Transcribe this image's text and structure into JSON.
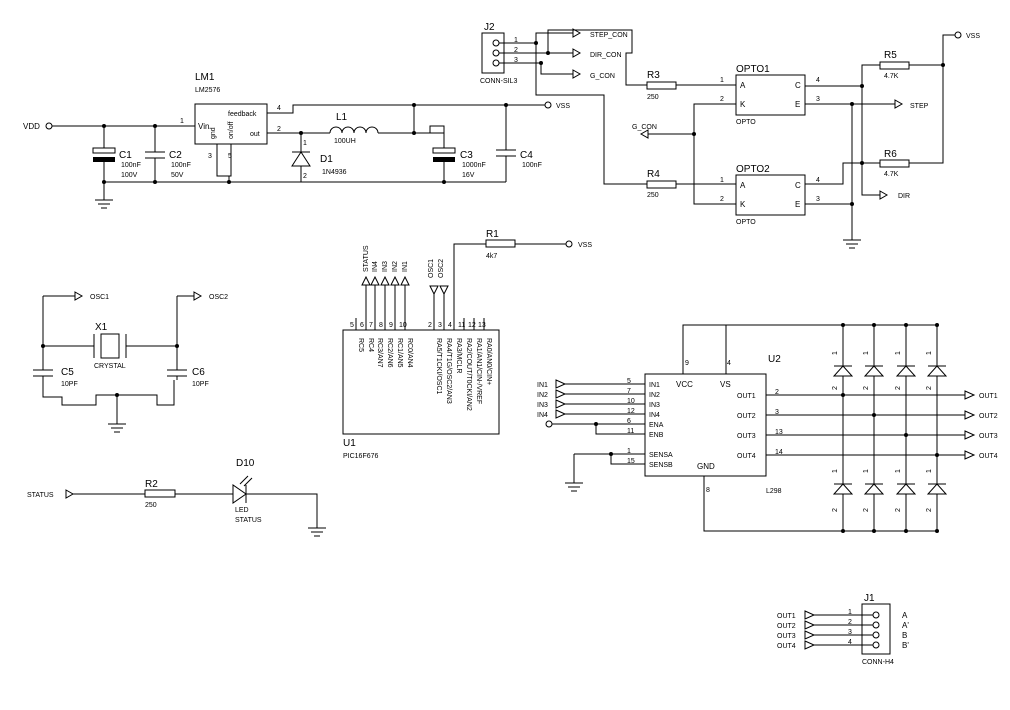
{
  "power": {
    "vdd": "VDD",
    "vss_1": "VSS",
    "vss_2": "VSS",
    "vss_3": "VSS"
  },
  "regulator": {
    "ref": "LM1",
    "value": "LM2576",
    "pins": {
      "vin": "Vin",
      "gnd": "gnd",
      "onoff": "on/off",
      "feedback": "feedback",
      "out": "out",
      "n1": "1",
      "n2": "2",
      "n3": "3",
      "n4": "4",
      "n5": "5"
    }
  },
  "capacitors": {
    "c1": {
      "ref": "C1",
      "value": "100nF",
      "voltage": "100V"
    },
    "c2": {
      "ref": "C2",
      "value": "100nF",
      "voltage": "50V"
    },
    "c3": {
      "ref": "C3",
      "value": "1000nF",
      "voltage": "16V"
    },
    "c4": {
      "ref": "C4",
      "value": "100nF"
    },
    "c5": {
      "ref": "C5",
      "value": "10PF"
    },
    "c6": {
      "ref": "C6",
      "value": "10PF"
    }
  },
  "inductor": {
    "ref": "L1",
    "value": "100UH"
  },
  "diode": {
    "ref": "D1",
    "value": "1N4936",
    "pin1": "1",
    "pin2": "2"
  },
  "crystal": {
    "ref": "X1",
    "value": "CRYSTAL"
  },
  "resistors": {
    "r1": {
      "ref": "R1",
      "value": "4k7"
    },
    "r2": {
      "ref": "R2",
      "value": "250"
    },
    "r3": {
      "ref": "R3",
      "value": "250"
    },
    "r4": {
      "ref": "R4",
      "value": "250"
    },
    "r5": {
      "ref": "R5",
      "value": "4.7K"
    },
    "r6": {
      "ref": "R6",
      "value": "4.7K"
    }
  },
  "led": {
    "ref": "D10",
    "line1": "LED",
    "line2": "STATUS"
  },
  "j2": {
    "ref": "J2",
    "value": "CONN-SIL3",
    "pins": [
      "1",
      "2",
      "3"
    ],
    "nets": [
      "STEP_CON",
      "DIR_CON",
      "G_CON"
    ]
  },
  "opto1": {
    "ref": "OPTO1",
    "value": "OPTO",
    "a": "A",
    "k": "K",
    "c": "C",
    "e": "E",
    "p1": "1",
    "p2": "2",
    "p3": "3",
    "p4": "4"
  },
  "opto2": {
    "ref": "OPTO2",
    "value": "OPTO",
    "a": "A",
    "k": "K",
    "c": "C",
    "e": "E",
    "p1": "1",
    "p2": "2",
    "p3": "3",
    "p4": "4"
  },
  "nets": {
    "g_con": "G_CON",
    "step": "STEP",
    "dir": "DIR",
    "osc1": "OSC1",
    "osc2": "OSC2",
    "status": "STATUS"
  },
  "mcu": {
    "ref": "U1",
    "value": "PIC16F676",
    "top_nets": [
      "STATUS",
      "IN4",
      "IN3",
      "IN2",
      "IN1"
    ],
    "osc_nets": [
      "OSC1",
      "OSC2"
    ],
    "left_pins": [
      {
        "num": "5",
        "name": "RC5"
      },
      {
        "num": "6",
        "name": "RC4"
      },
      {
        "num": "7",
        "name": "RC3/AN7"
      },
      {
        "num": "8",
        "name": "RC2/AN6"
      },
      {
        "num": "9",
        "name": "RC1/AN5"
      },
      {
        "num": "10",
        "name": "RC0/AN4"
      }
    ],
    "right_pins": [
      {
        "num": "2",
        "name": "RA5/T1CKI/OSC1"
      },
      {
        "num": "3",
        "name": "RA4/T1G/OSC2/AN3"
      },
      {
        "num": "4",
        "name": "RA3/MCLR"
      },
      {
        "num": "11",
        "name": "RA2/COUT/T0CKI/AN2"
      },
      {
        "num": "12",
        "name": "RA1/AN1/CIN-/VREF"
      },
      {
        "num": "13",
        "name": "RA0/AN0/CIN+"
      }
    ]
  },
  "driver": {
    "ref": "U2",
    "value": "L298",
    "vcc": "VCC",
    "vs": "VS",
    "gnd": "GND",
    "pin9": "9",
    "pin4": "4",
    "pin8": "8",
    "inputs": [
      {
        "net": "IN1",
        "num": "5",
        "name": "IN1"
      },
      {
        "net": "IN2",
        "num": "7",
        "name": "IN2"
      },
      {
        "net": "IN3",
        "num": "10",
        "name": "IN3"
      },
      {
        "net": "IN4",
        "num": "12",
        "name": "IN4"
      }
    ],
    "enables": [
      {
        "num": "6",
        "name": "ENA"
      },
      {
        "num": "11",
        "name": "ENB"
      }
    ],
    "senses": [
      {
        "num": "1",
        "name": "SENSA"
      },
      {
        "num": "15",
        "name": "SENSB"
      }
    ],
    "outputs": [
      {
        "num": "2",
        "name": "OUT1",
        "net": "OUT1"
      },
      {
        "num": "3",
        "name": "OUT2",
        "net": "OUT2"
      },
      {
        "num": "13",
        "name": "OUT3",
        "net": "OUT3"
      },
      {
        "num": "14",
        "name": "OUT4",
        "net": "OUT4"
      }
    ],
    "diode_pin_top": "1",
    "diode_pin_bottom": "2"
  },
  "j1": {
    "ref": "J1",
    "value": "CONN-H4",
    "nets": [
      "OUT1",
      "OUT2",
      "OUT3",
      "OUT4"
    ],
    "pins": [
      "1",
      "2",
      "3",
      "4"
    ],
    "coils": [
      "A",
      "A'",
      "B",
      "B'"
    ]
  }
}
